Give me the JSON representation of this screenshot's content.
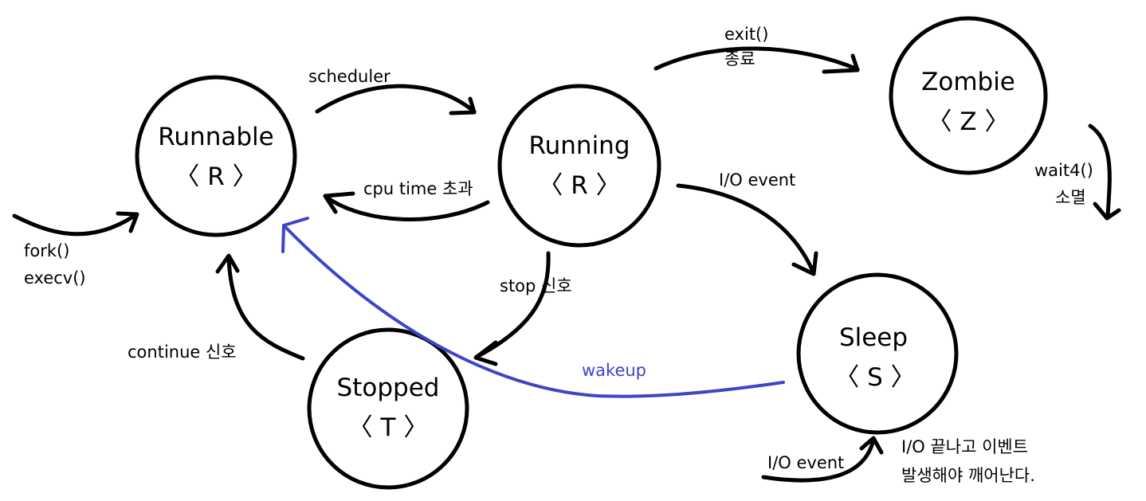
{
  "states": {
    "runnable": {
      "name": "Runnable",
      "code": "〈 R 〉"
    },
    "running": {
      "name": "Running",
      "code": "〈 R 〉"
    },
    "zombie": {
      "name": "Zombie",
      "code": "〈 Z 〉"
    },
    "sleep": {
      "name": "Sleep",
      "code": "〈 S 〉"
    },
    "stopped": {
      "name": "Stopped",
      "code": "〈 T 〉"
    }
  },
  "labels": {
    "fork": "fork()",
    "execv": "execv()",
    "scheduler": "scheduler",
    "cpu_time": "cpu time 초과",
    "exit": "exit()",
    "exit_ko": "종료",
    "wait4": "wait4()",
    "wait4_ko": "소멸",
    "io_event_running": "I/O event",
    "stop_signal": "stop 신호",
    "continue_signal": "continue 신호",
    "wakeup": "wakeup",
    "io_event_sleep": "I/O event",
    "note_line1": "I/O 끝나고 이벤트",
    "note_line2": "발생해야 깨어난다."
  },
  "colors": {
    "stroke": "#000000",
    "wakeup": "#3d45c8",
    "background": "#ffffff"
  }
}
